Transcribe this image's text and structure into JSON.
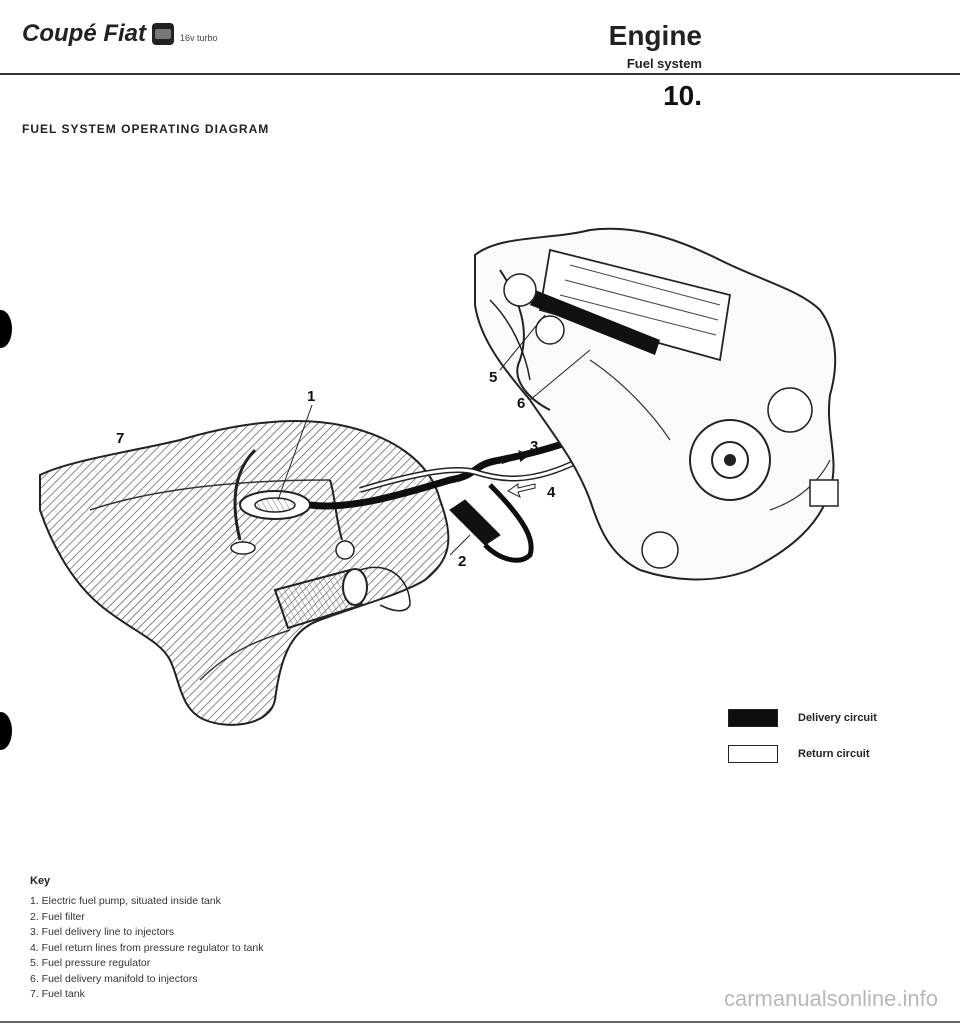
{
  "header": {
    "brand": "Coupé Fiat",
    "brand_sub": "16v turbo",
    "section_title": "Engine",
    "section_sub": "Fuel system",
    "chapter": "10."
  },
  "diagram": {
    "title": "FUEL SYSTEM OPERATING DIAGRAM",
    "callouts": [
      "1",
      "2",
      "3",
      "4",
      "5",
      "6",
      "7"
    ]
  },
  "legend": {
    "delivery": "Delivery circuit",
    "return": "Return circuit"
  },
  "key": {
    "title": "Key",
    "items": [
      "1. Electric fuel pump, situated inside tank",
      "2. Fuel filter",
      "3. Fuel delivery line to injectors",
      "4. Fuel return lines from pressure regulator to tank",
      "5. Fuel pressure regulator",
      "6. Fuel delivery manifold to injectors",
      "7. Fuel tank"
    ]
  },
  "watermark": "carmanualsonline.info",
  "colors": {
    "delivery": "#0e0e0e",
    "return": "#ffffff",
    "ink": "#222222"
  }
}
